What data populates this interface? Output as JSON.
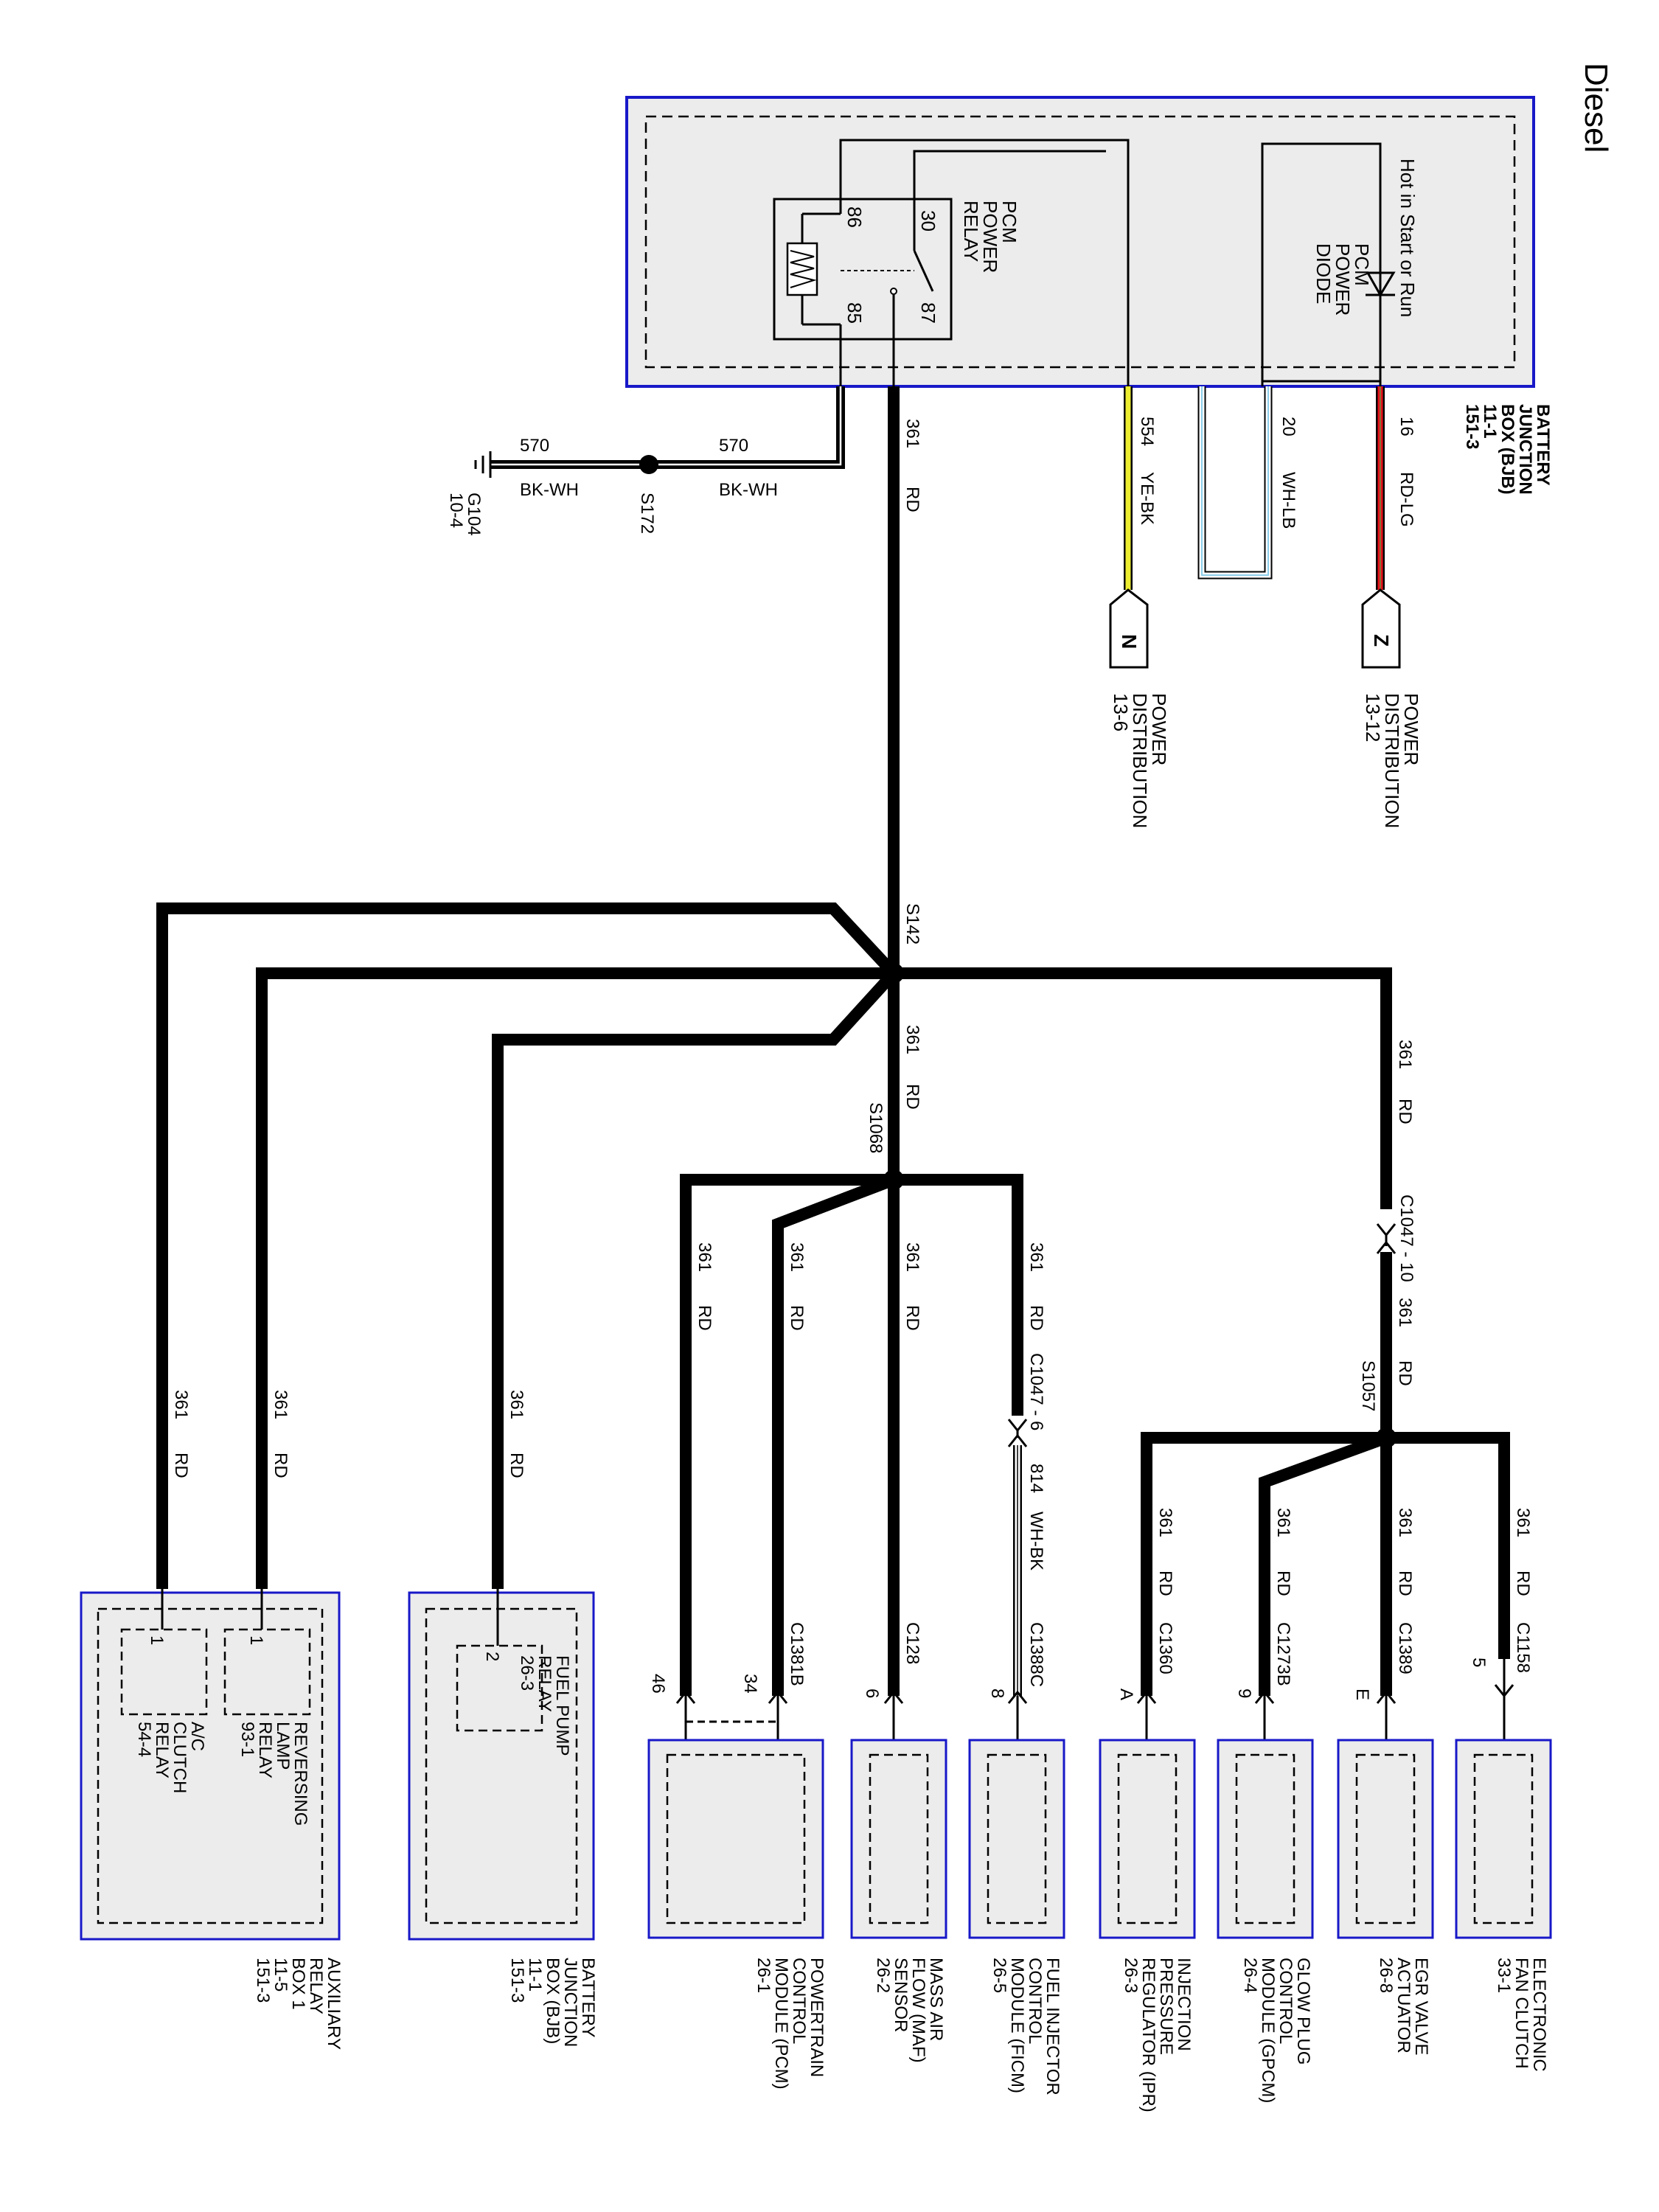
{
  "page": {
    "title": "Diesel"
  },
  "bjb_top": {
    "label": "BATTERY\nJUNCTION\nBOX (BJB)\n11-1\n151-3",
    "hot_label": "Hot in Start or Run",
    "diode_label": "PCM\nPOWER\nDIODE",
    "relay_label": "PCM\nPOWER\nRELAY",
    "pins": {
      "p86": "86",
      "p85": "85",
      "p30": "30",
      "p87": "87"
    }
  },
  "wires": {
    "w16": {
      "circuit": "16",
      "color": "RD-LG"
    },
    "w20": {
      "circuit": "20",
      "color": "WH-LB"
    },
    "w554": {
      "circuit": "554",
      "color": "YE-BK"
    },
    "w361": {
      "circuit": "361",
      "color": "RD"
    },
    "w570": {
      "circuit": "570",
      "color": "BK-WH"
    },
    "w814": {
      "circuit": "814",
      "color": "WH-BK"
    }
  },
  "connectors_to": {
    "z": {
      "letter": "Z",
      "label": "POWER\nDISTRIBUTION\n13-12"
    },
    "n": {
      "letter": "N",
      "label": "POWER\nDISTRIBUTION\n13-6"
    }
  },
  "ground": {
    "splice": "S172",
    "ref": "G104\n10-4"
  },
  "splices": {
    "s142": "S142",
    "s1068": "S1068",
    "s1057": "S1057"
  },
  "inline": {
    "c1047_10": "C1047 - 10",
    "c1047_6": "C1047 - 6"
  },
  "components": [
    {
      "name": "ELECTRONIC\nFAN CLUTCH\n33-1",
      "connector": "C1158",
      "pin": "5"
    },
    {
      "name": "EGR VALVE\nACTUATOR\n26-8",
      "connector": "C1389",
      "pin": "E"
    },
    {
      "name": "GLOW PLUG\nCONTROL\nMODULE (GPCM)\n26-4",
      "connector": "C1273B",
      "pin": "9"
    },
    {
      "name": "INJECTION\nPRESSURE\nREGULATOR (IPR)\n26-3",
      "connector": "C1360",
      "pin": "A"
    },
    {
      "name": "FUEL INJECTOR\nCONTROL\nMODULE (FICM)\n26-5",
      "connector": "C1388C",
      "pin": "8"
    },
    {
      "name": "MASS AIR\nFLOW (MAF)\nSENSOR\n26-2",
      "connector": "C128",
      "pin": "6"
    },
    {
      "name": "POWERTRAIN\nCONTROL\nMODULE (PCM)\n26-1",
      "connector": "C1381B",
      "pin": "34",
      "pin2": "46"
    },
    {
      "name": "BATTERY\nJUNCTION\nBOX (BJB)\n11-1\n151-3",
      "inner": "FUEL PUMP\nRELAY\n26-3",
      "pin": "2"
    },
    {
      "name": "AUXILIARY\nRELAY\nBOX 1\n11-5\n151-3",
      "inner": "REVERSING\nLAMP\nRELAY\n93-1",
      "inner2": "A/C\nCLUTCH\nRELAY\n54-4",
      "pin": "1",
      "pin2": "1"
    }
  ],
  "colors": {
    "red": "#e8101a",
    "yellow": "#ecec30",
    "blue_border": "#1818c8",
    "light_blue": "#7ec8e8",
    "box_fill": "#ececec"
  }
}
